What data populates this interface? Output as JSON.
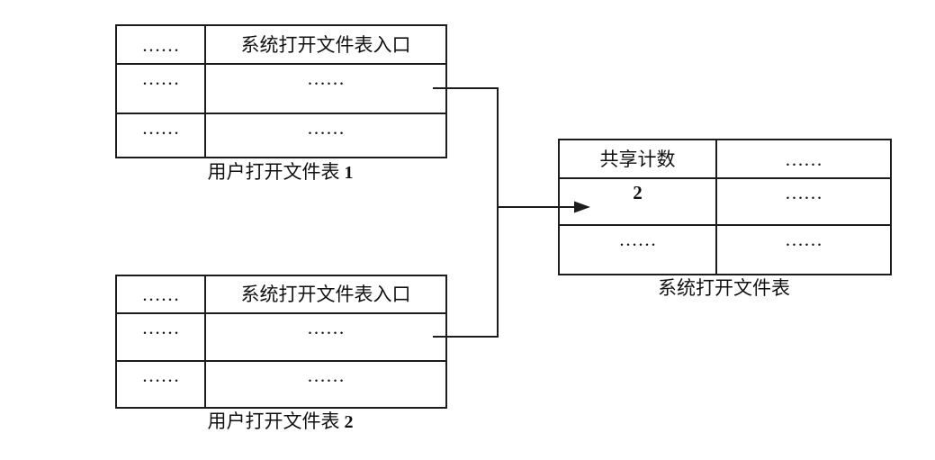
{
  "canvas": {
    "background": "#ffffff",
    "line_color": "#1c1c1c"
  },
  "tables": {
    "user_table_1": {
      "caption_text": "用户打开文件表",
      "caption_num": "1",
      "rows": [
        [
          "……",
          "系统打开文件表入口"
        ],
        [
          "……",
          "……"
        ],
        [
          "……",
          "……"
        ]
      ]
    },
    "user_table_2": {
      "caption_text": "用户打开文件表",
      "caption_num": "2",
      "rows": [
        [
          "……",
          "系统打开文件表入口"
        ],
        [
          "……",
          "……"
        ],
        [
          "……",
          "……"
        ]
      ]
    },
    "system_table": {
      "caption_text": "系统打开文件表",
      "rows": [
        [
          "共享计数",
          "……"
        ],
        [
          "2",
          "……"
        ],
        [
          "……",
          "……"
        ]
      ]
    }
  }
}
